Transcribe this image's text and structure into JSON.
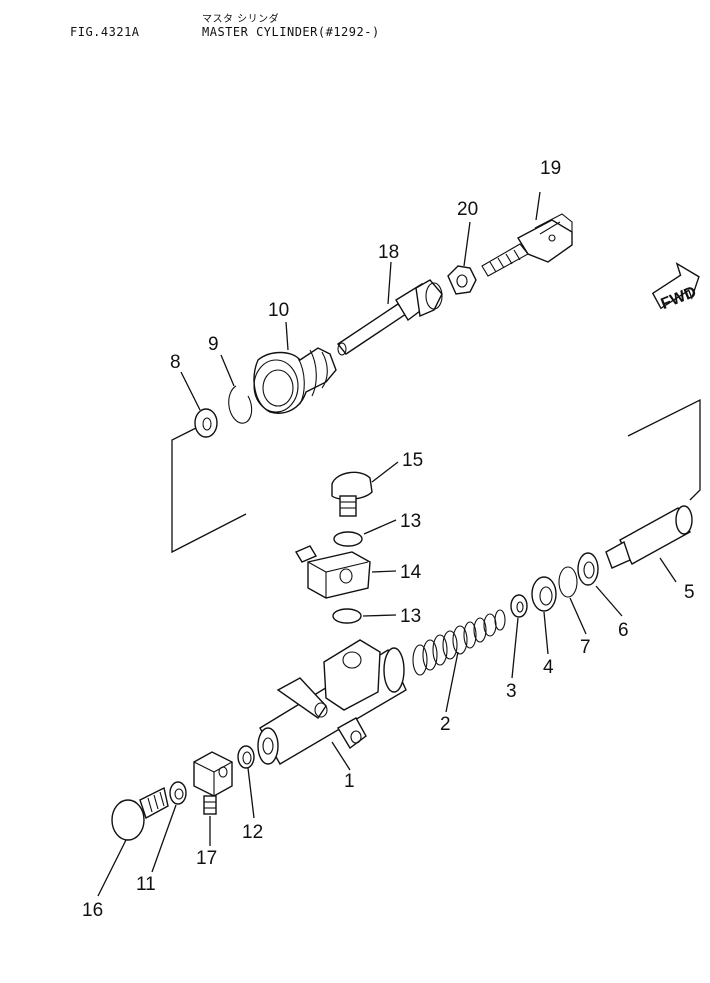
{
  "header": {
    "fig_number": "FIG.4321A",
    "title_jp": "マスタ シリンダ",
    "title_en": "MASTER CYLINDER(#1292-)"
  },
  "direction_marker": {
    "label": "FWD"
  },
  "callouts": {
    "p1": "1",
    "p2": "2",
    "p3": "3",
    "p4": "4",
    "p5": "5",
    "p6": "6",
    "p7": "7",
    "p8": "8",
    "p9": "9",
    "p10": "10",
    "p11": "11",
    "p12": "12",
    "p13a": "13",
    "p13b": "13",
    "p14": "14",
    "p15": "15",
    "p16": "16",
    "p17": "17",
    "p18": "18",
    "p19": "19",
    "p20": "20"
  }
}
